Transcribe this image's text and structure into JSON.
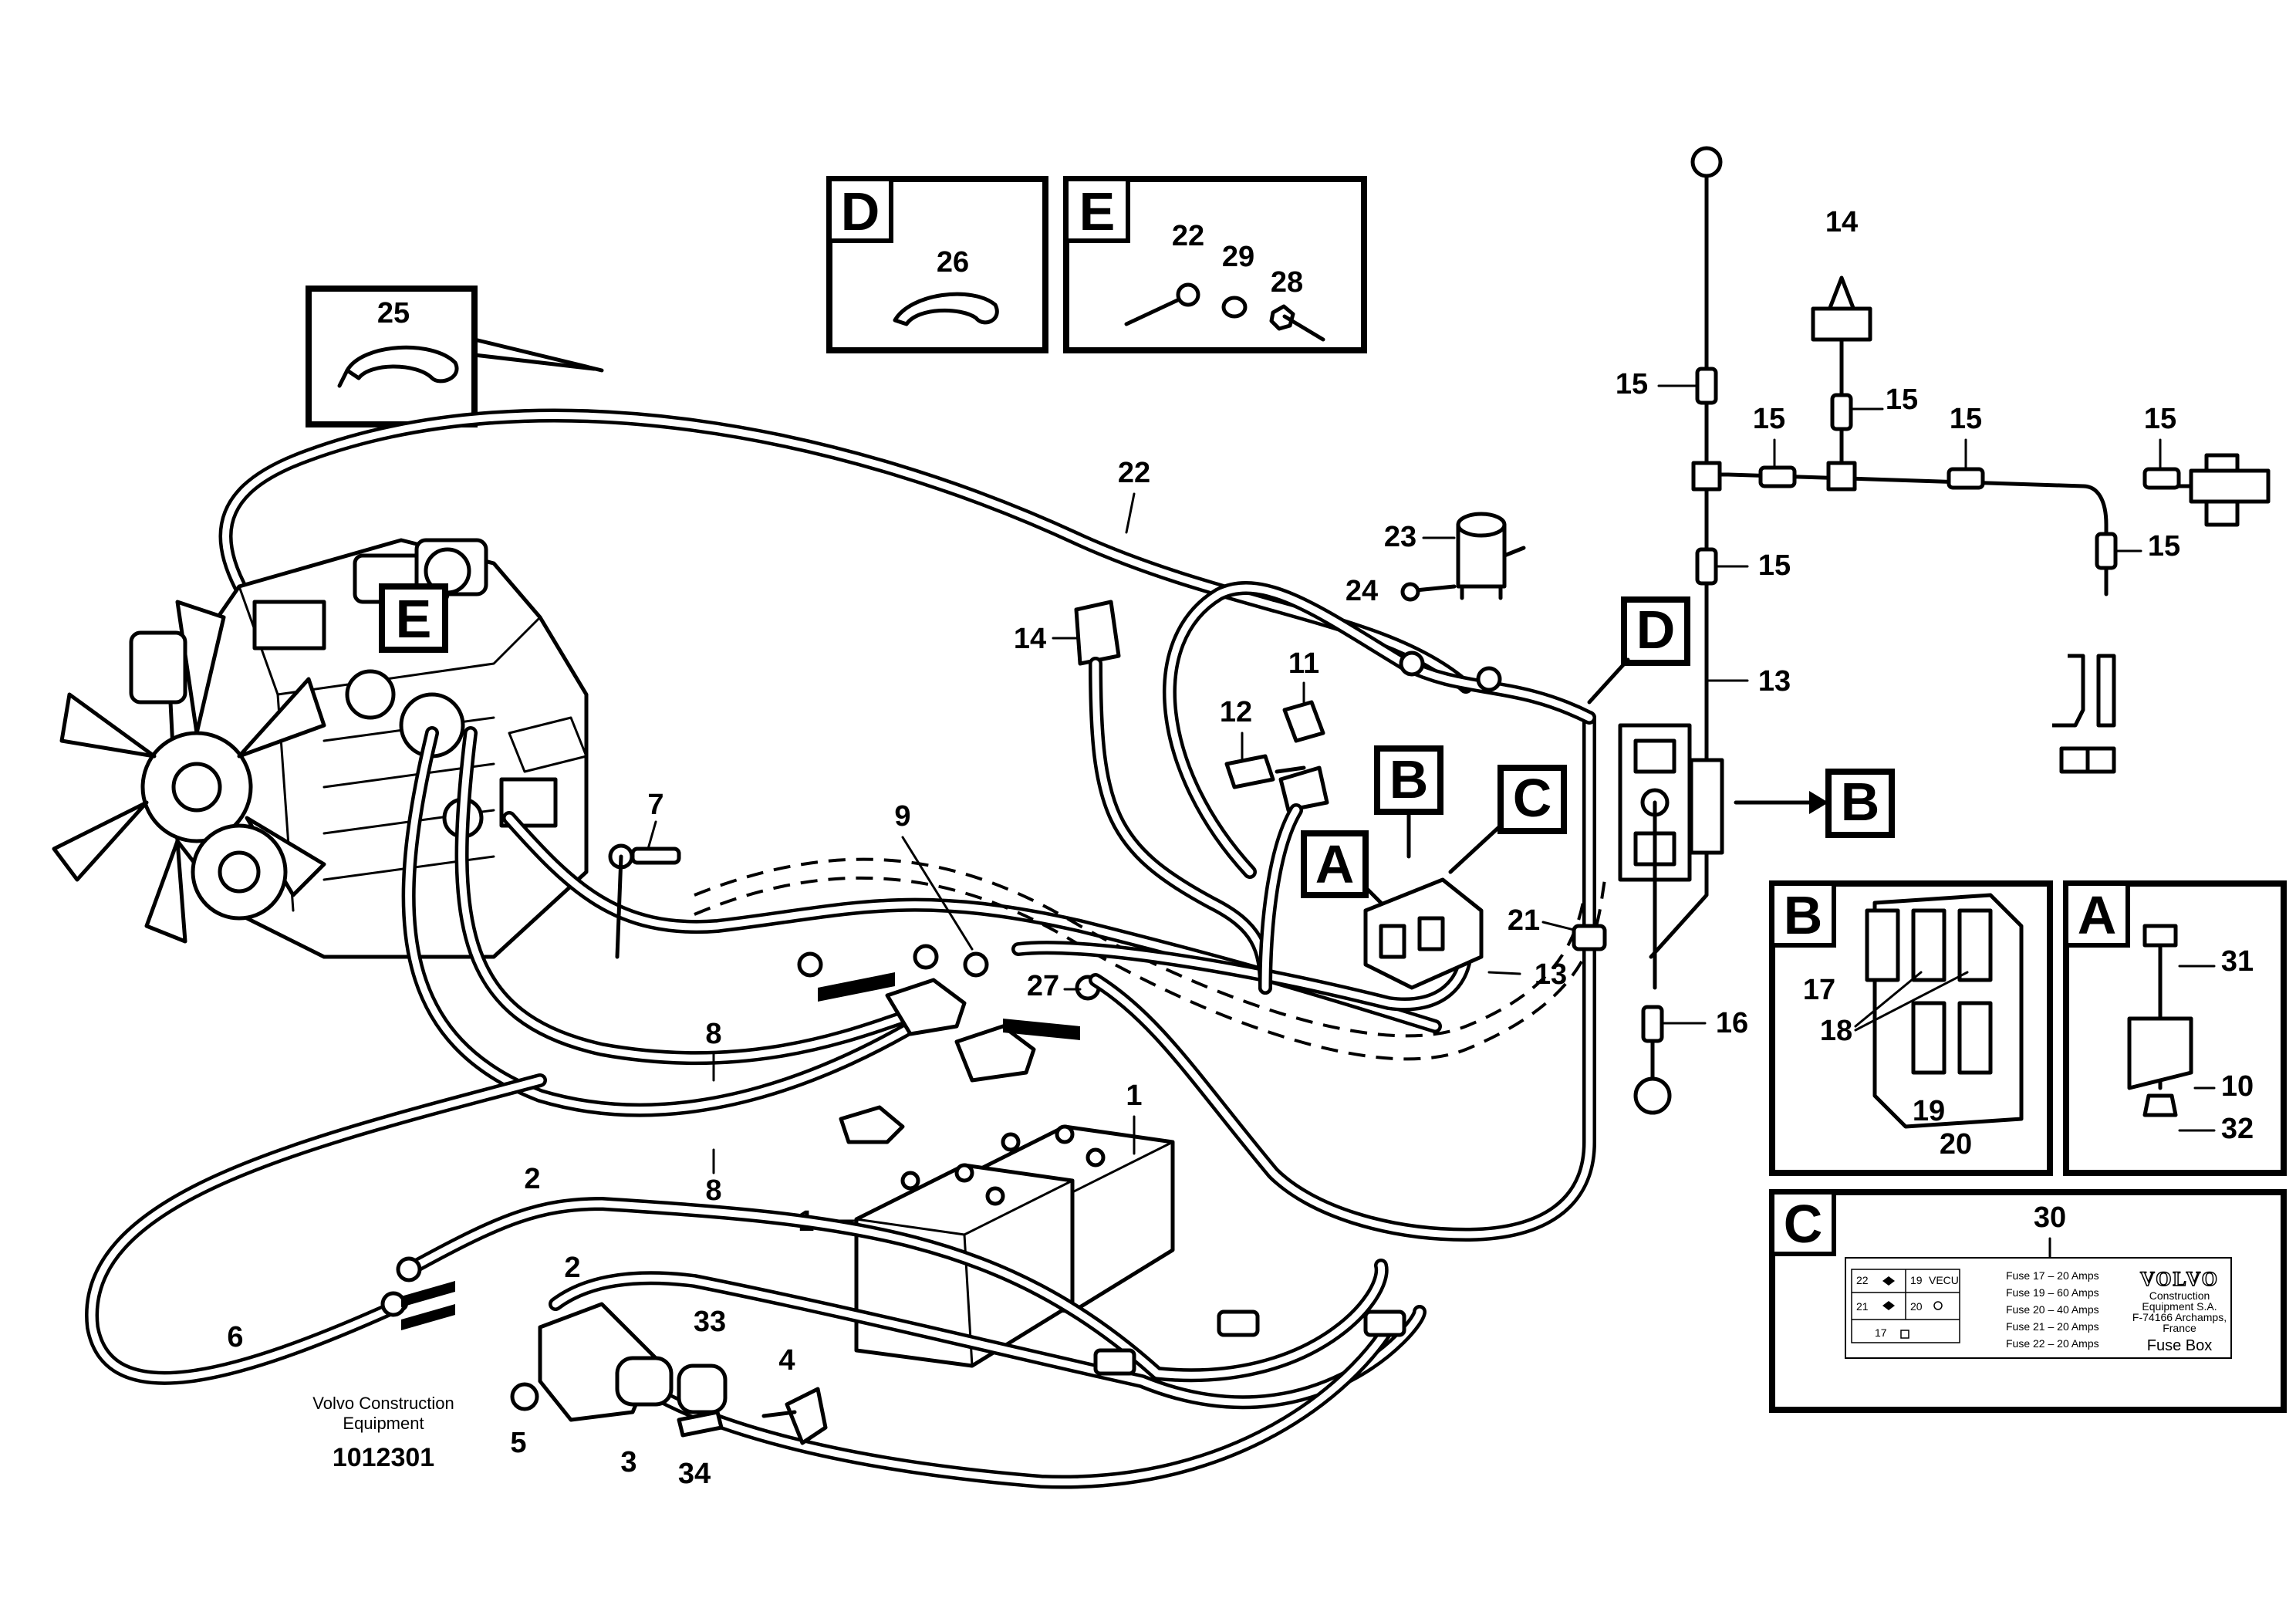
{
  "callouts": {
    "c1a": "1",
    "c1b": "1",
    "c2a": "2",
    "c2b": "2",
    "c3": "3",
    "c4": "4",
    "c5": "5",
    "c6": "6",
    "c7": "7",
    "c8a": "8",
    "c8b": "8",
    "c9": "9",
    "c10": "10",
    "c11": "11",
    "c12": "12",
    "c13a": "13",
    "c13b": "13",
    "c14a": "14",
    "c14b": "14",
    "c15a": "15",
    "c15b": "15",
    "c15c": "15",
    "c15d": "15",
    "c15e": "15",
    "c15f": "15",
    "c15g": "15",
    "c16": "16",
    "c17": "17",
    "c18": "18",
    "c19": "19",
    "c20": "20",
    "c21": "21",
    "c22a": "22",
    "c22b": "22",
    "c23": "23",
    "c24": "24",
    "c25": "25",
    "c26": "26",
    "c27": "27",
    "c28": "28",
    "c29": "29",
    "c30": "30",
    "c31": "31",
    "c32": "32",
    "c33": "33",
    "c34": "34"
  },
  "detail_letters": {
    "A": "A",
    "B": "B",
    "C": "C",
    "D": "D",
    "E": "E"
  },
  "fuse_label": {
    "fuses": [
      "Fuse 17 – 20 Amps",
      "Fuse 19 – 60 Amps",
      "Fuse 20 – 40 Amps",
      "Fuse 21 – 20 Amps",
      "Fuse 22 – 20 Amps"
    ],
    "brand": "VOLVO",
    "company": [
      "Construction",
      "Equipment S.A.",
      "F-74166 Archamps,",
      "France"
    ],
    "title": "Fuse Box",
    "grid_cells": [
      "22",
      "19",
      "VECU",
      "21",
      "20",
      "17"
    ]
  },
  "footer": {
    "company_line1": "Volvo Construction",
    "company_line2": "Equipment",
    "drawing_number": "1012301"
  }
}
